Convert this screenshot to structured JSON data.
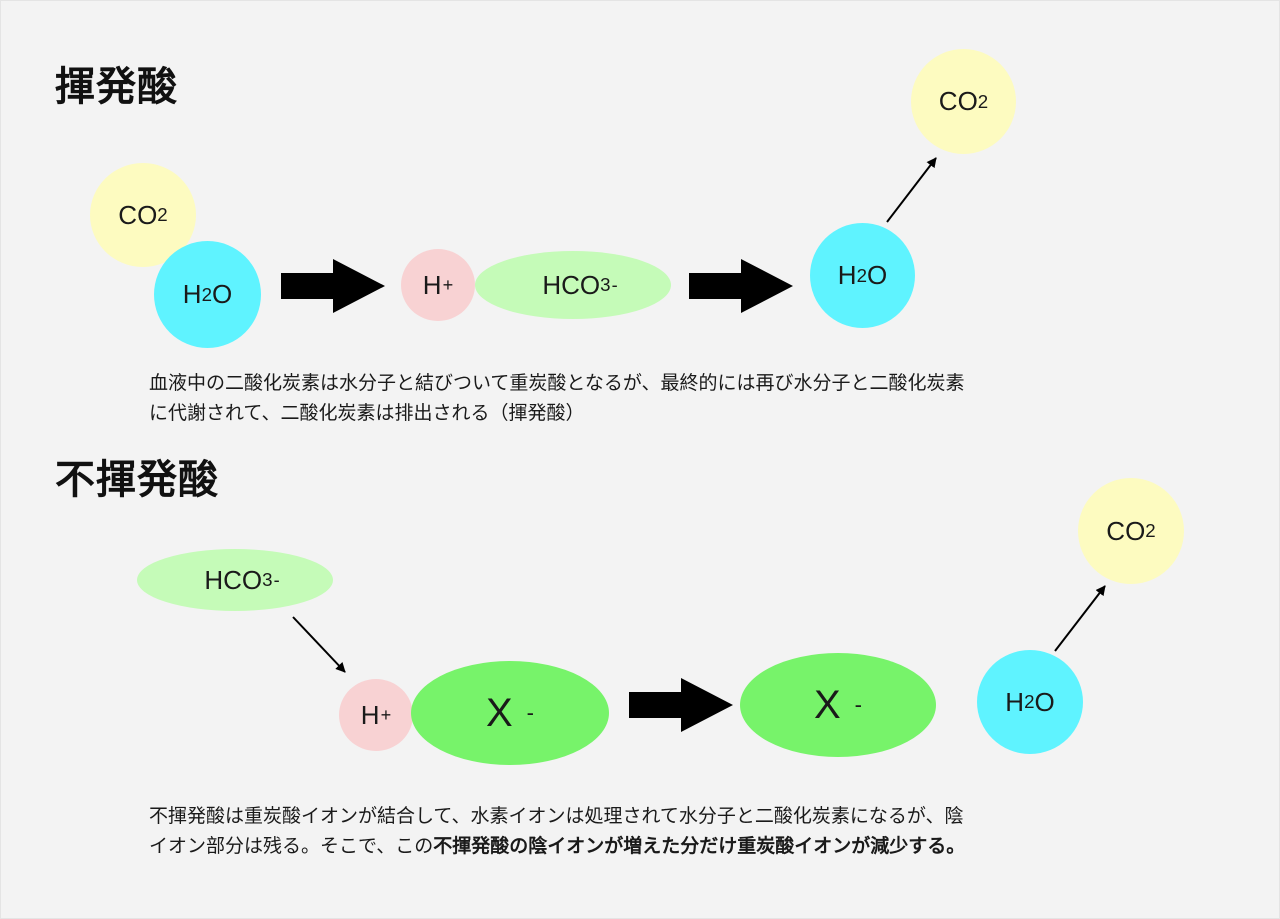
{
  "section1": {
    "heading": "揮発酸",
    "nodes": {
      "co2_left": {
        "main": "CO",
        "sub": "2"
      },
      "h2o_left": {
        "pre": "H",
        "sub": "2",
        "post": "O"
      },
      "h_plus": {
        "main": "H",
        "sup": "+"
      },
      "hco3": {
        "main": "HCO",
        "sub": "3",
        "sup": "-"
      },
      "h2o_right": {
        "pre": "H",
        "sub": "2",
        "post": "O"
      },
      "co2_right": {
        "main": "CO",
        "sub": "2"
      }
    },
    "description": {
      "line1": "血液中の二酸化炭素は水分子と結びついて重炭酸となるが、最終的には再び水分子と二酸化炭素",
      "line2": "に代謝されて、二酸化炭素は排出される（揮発酸）"
    }
  },
  "section2": {
    "heading": "不揮発酸",
    "nodes": {
      "hco3": {
        "main": "HCO",
        "sub": "3",
        "sup": "-"
      },
      "h_plus": {
        "main": "H",
        "sup": "+"
      },
      "x_left": {
        "main": "X",
        "sup": "-"
      },
      "x_right": {
        "main": "X",
        "sup": "-"
      },
      "h2o": {
        "pre": "H",
        "sub": "2",
        "post": "O"
      },
      "co2": {
        "main": "CO",
        "sub": "2"
      }
    },
    "description": {
      "line1": "不揮発酸は重炭酸イオンが結合して、水素イオンは処理されて水分子と二酸化炭素になるが、陰",
      "line2_normal": "イオン部分は残る。そこで、この",
      "line2_bold": "不揮発酸の陰イオンが増えた分だけ重炭酸イオンが減少する。"
    }
  },
  "colors": {
    "background": "#f3f3f3",
    "co2": "#fdfbc0",
    "h2o": "#5ff3ff",
    "h_plus": "#f8d2d3",
    "hco3": "#c5fbb8",
    "anion": "#77f36a"
  }
}
